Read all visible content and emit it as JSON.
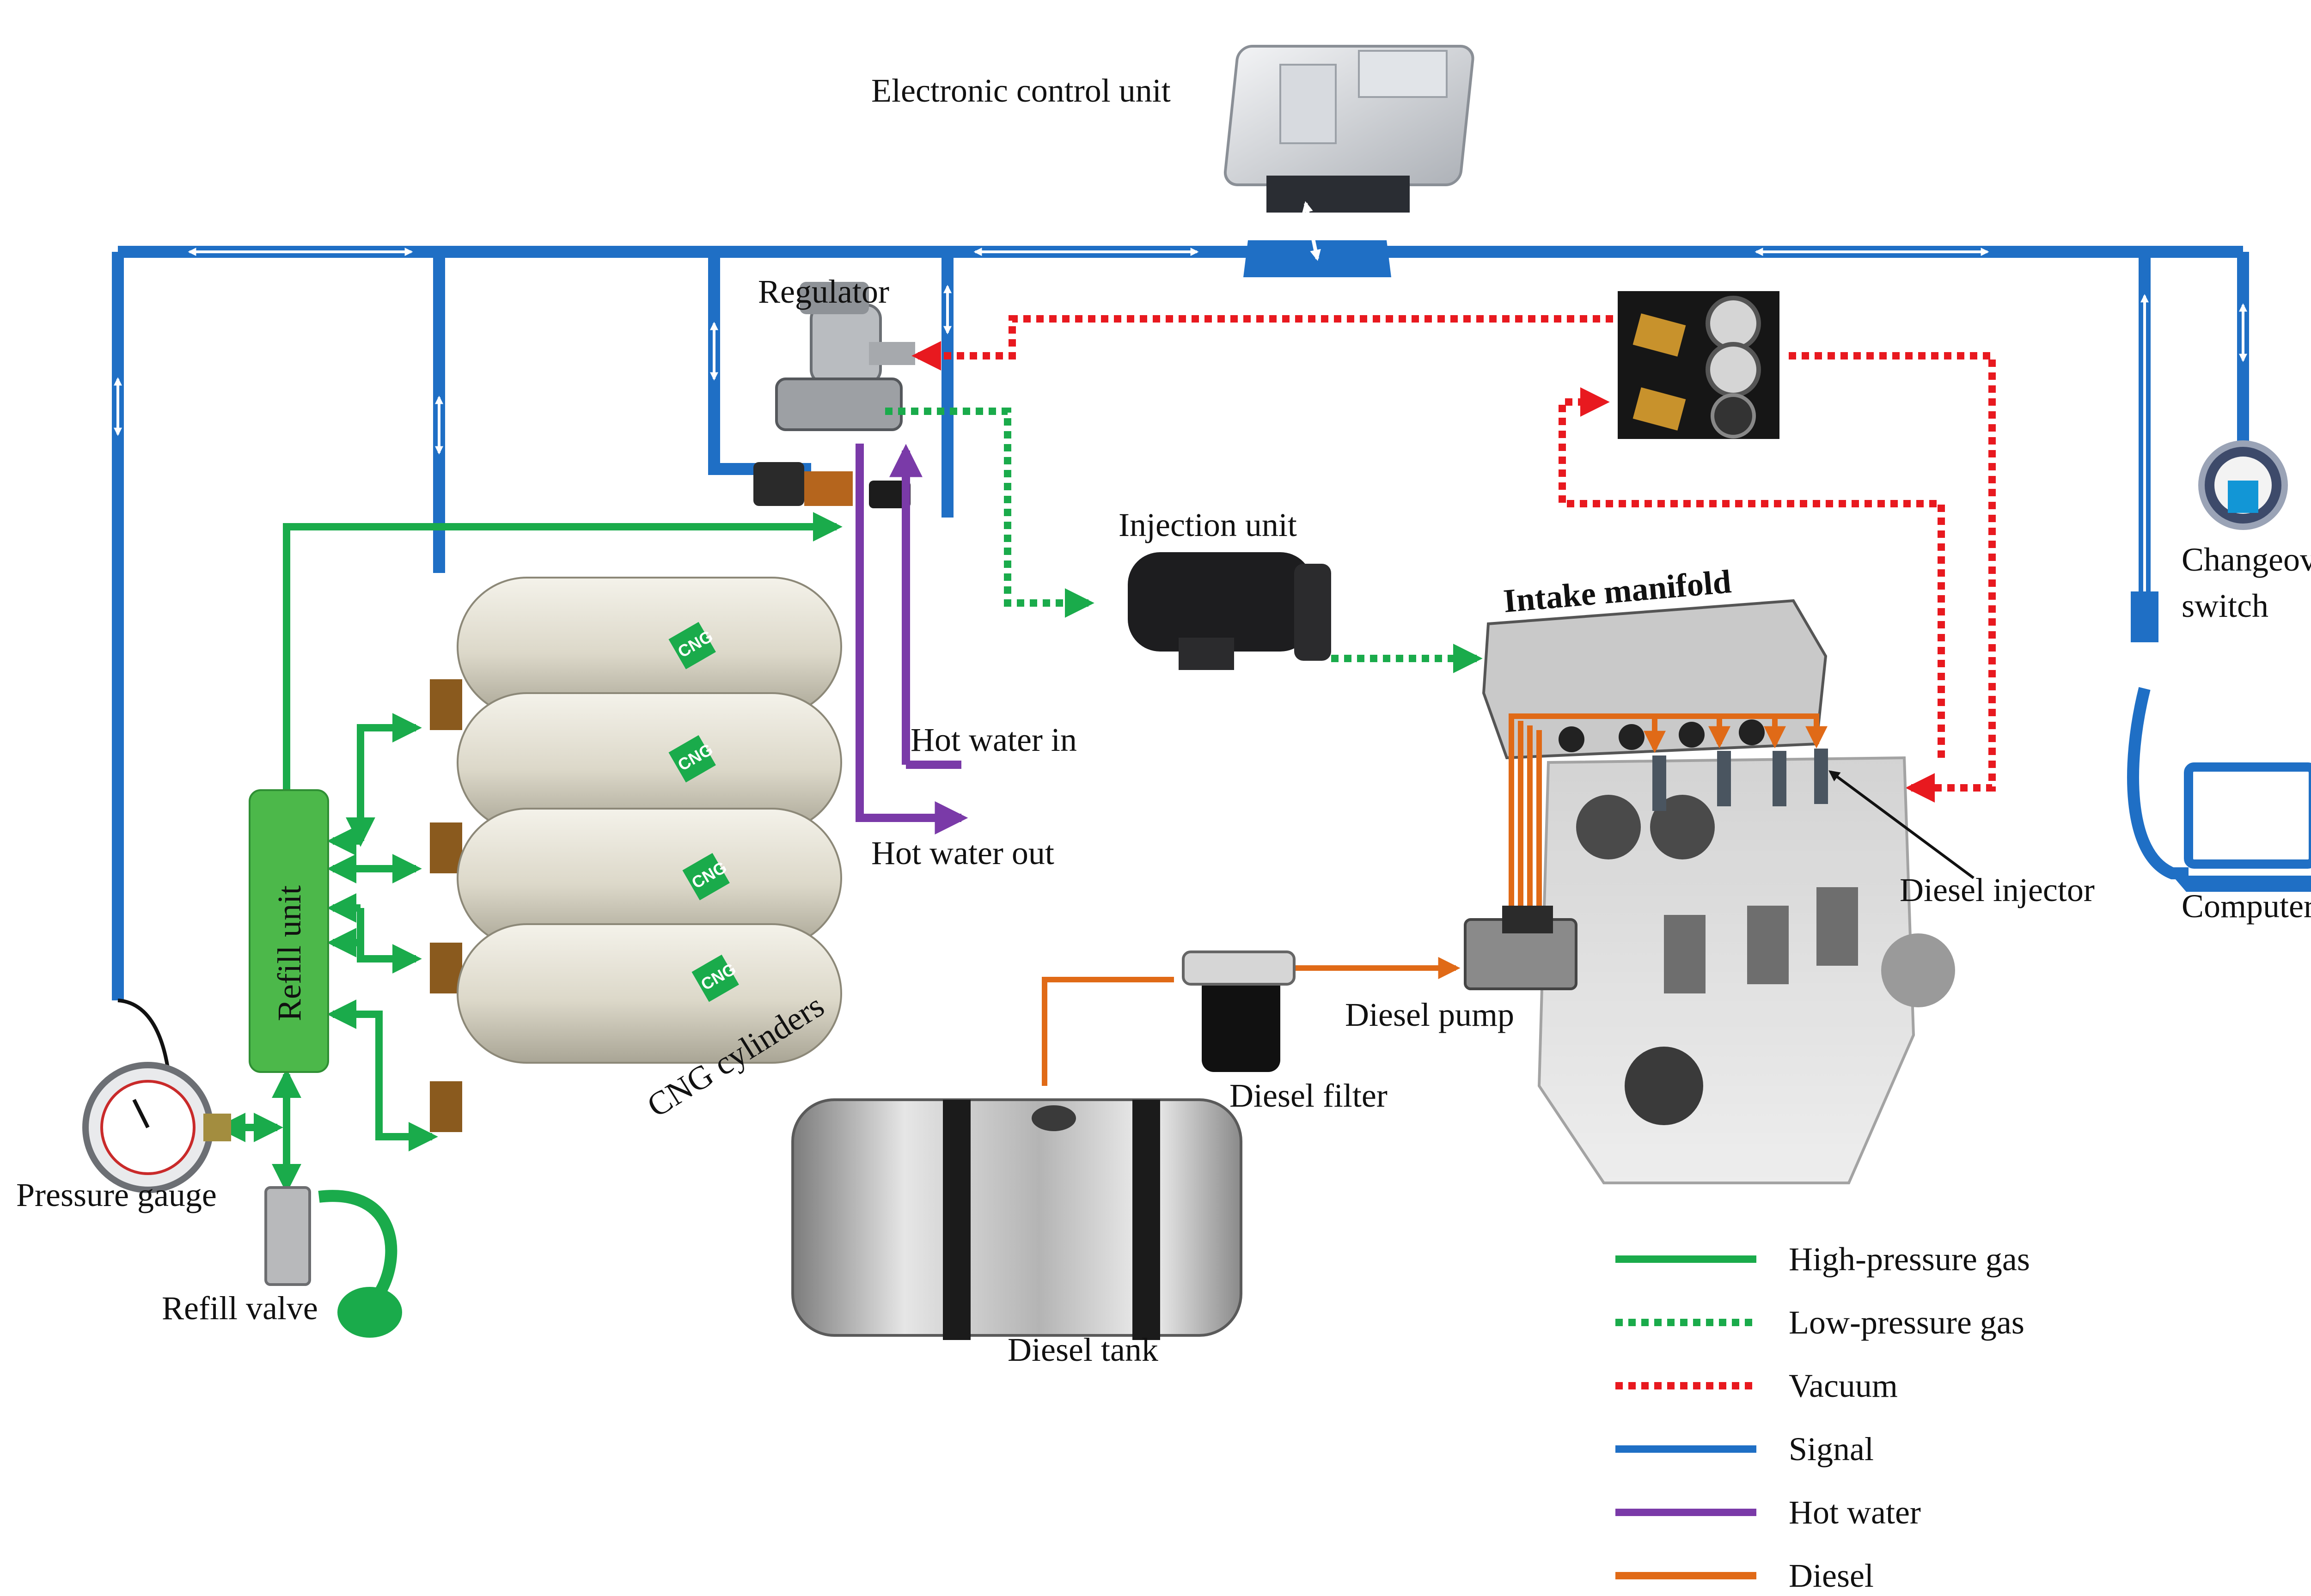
{
  "labels": {
    "ecu": "Electronic control unit",
    "regulator": "Regulator",
    "injection_unit": "Injection unit",
    "intake_manifold": "Intake manifold",
    "changeover_switch_line1": "Changeover",
    "changeover_switch_line2": "switch",
    "computer": "Computer",
    "hot_water_in": "Hot water in",
    "hot_water_out": "Hot water out",
    "refill_unit": "Refill unit",
    "cng_cylinders": "CNG cylinders",
    "cng_badge": "CNG",
    "pressure_gauge": "Pressure gauge",
    "refill_valve": "Refill valve",
    "diesel_pump": "Diesel pump",
    "diesel_filter": "Diesel filter",
    "diesel_tank": "Diesel tank",
    "diesel_injector": "Diesel injector"
  },
  "legend": [
    {
      "label": "High-pressure gas",
      "color": "#1aab4b",
      "style": "solid"
    },
    {
      "label": "Low-pressure gas",
      "color": "#1aab4b",
      "style": "dotted"
    },
    {
      "label": "Vacuum",
      "color": "#e8191f",
      "style": "dotted"
    },
    {
      "label": "Signal",
      "color": "#1f6fc5",
      "style": "solid"
    },
    {
      "label": "Hot water",
      "color": "#7a3aa8",
      "style": "solid"
    },
    {
      "label": "Diesel",
      "color": "#e06a17",
      "style": "solid"
    }
  ],
  "colors": {
    "high_pressure_gas": "#1aab4b",
    "vacuum": "#e8191f",
    "signal": "#1f6fc5",
    "hot_water": "#7a3aa8",
    "diesel": "#e06a17",
    "refill_unit_fill": "#4cb84a",
    "cylinder_fill": "#e3dfd2"
  }
}
